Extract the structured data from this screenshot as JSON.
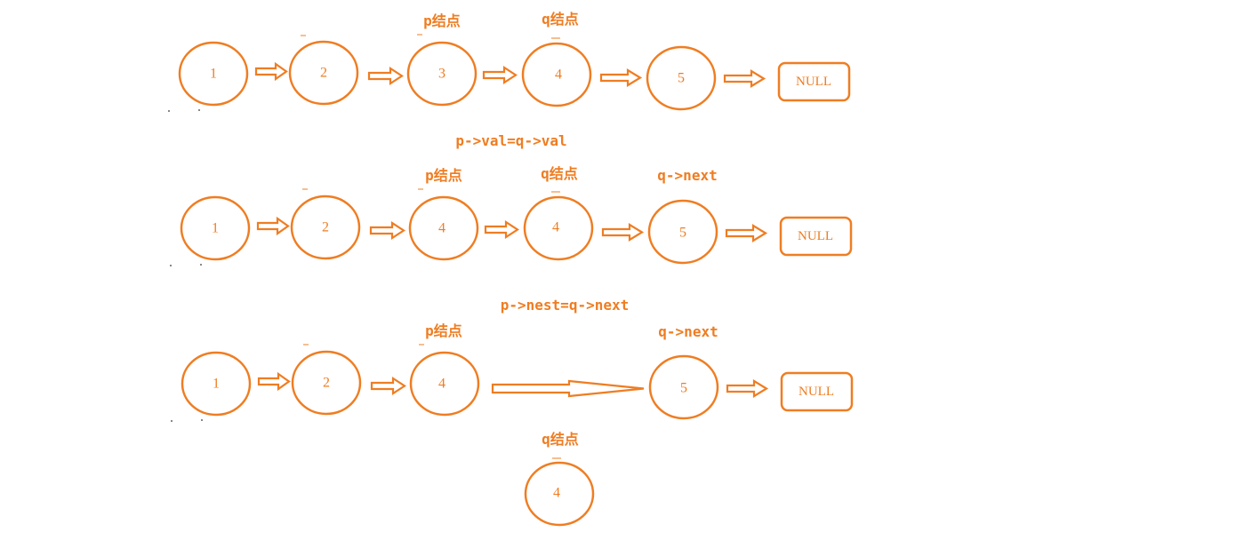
{
  "colors": {
    "accent": "#ef7d22",
    "background": "#ffffff"
  },
  "rows": [
    {
      "nodes": [
        "1",
        "2",
        "3",
        "4",
        "5"
      ],
      "null_label": "NULL",
      "labels": {
        "p": "p结点",
        "q": "q结点"
      }
    },
    {
      "caption": "p->val=q->val",
      "nodes": [
        "1",
        "2",
        "4",
        "4",
        "5"
      ],
      "null_label": "NULL",
      "labels": {
        "p": "p结点",
        "q": "q结点",
        "q_next": "q->next"
      }
    },
    {
      "caption": "p->nest=q->next",
      "nodes": [
        "1",
        "2",
        "4",
        "5"
      ],
      "null_label": "NULL",
      "labels": {
        "p": "p结点",
        "q_next": "q->next"
      },
      "detached": {
        "label": "q结点",
        "value": "4"
      }
    }
  ]
}
